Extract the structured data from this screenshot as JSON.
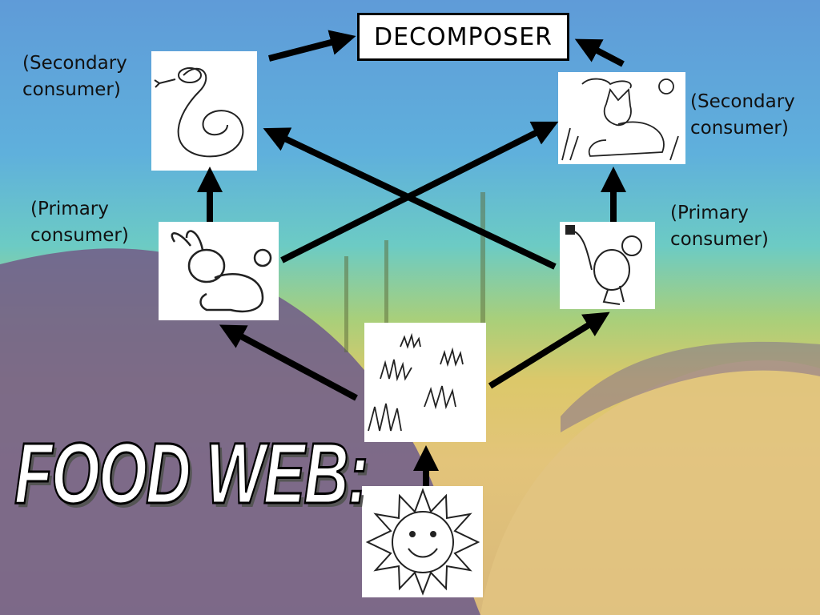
{
  "title": "FOOD WEB:",
  "decomposer": "DECOMPOSER",
  "labels": {
    "left_secondary": [
      "(Secondary",
      "consumer)"
    ],
    "right_secondary": [
      "(Secondary",
      "consumer)"
    ],
    "left_primary": [
      "(Primary",
      "consumer)"
    ],
    "right_primary": [
      "(Primary",
      "consumer)"
    ]
  },
  "organisms": [
    "sun",
    "grass",
    "rabbit",
    "jerboa",
    "snake",
    "fox"
  ],
  "colors": {
    "arrow": "#000000",
    "dune": "#6e5a86"
  }
}
